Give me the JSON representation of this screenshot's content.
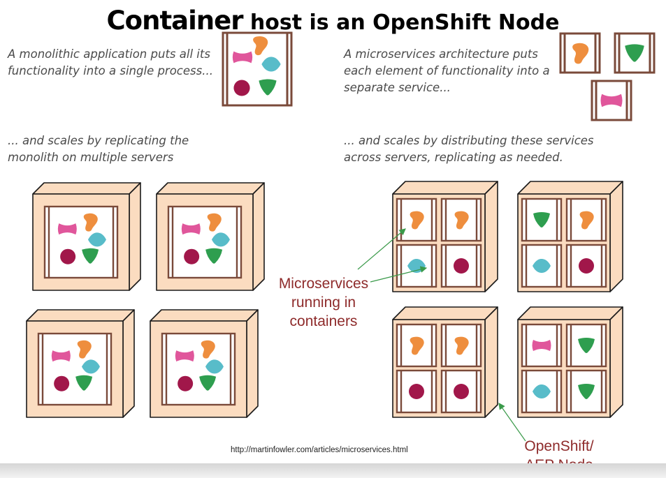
{
  "title": {
    "part1": "Container",
    "part2": " host is an OpenShift Node"
  },
  "left": {
    "desc1": "A monolithic application puts all its\nfunctionality into a single process...",
    "desc2": "... and scales by replicating the\nmonolith on multiple servers"
  },
  "right": {
    "desc1": "A microservices architecture puts\neach element of functionality into a\nseparate service...",
    "desc2": "... and scales by distributing these services\nacross servers, replicating as needed."
  },
  "annotations": {
    "containers": "Microservices\nrunning in\ncontainers",
    "node": "OpenShift/\nAEP Node"
  },
  "source_url": "http://martinfowler.com/articles/microservices.html",
  "colors": {
    "box_fill": "#fbdcc0",
    "box_stroke": "#1a1a1a",
    "frame_stroke": "#7a4a3a",
    "pink": "#e0569b",
    "orange": "#ee8e3e",
    "teal": "#58bcc9",
    "maroon": "#a1174a",
    "green": "#2e9e4f",
    "annotation": "#8e2b2b",
    "arrow": "#3a9a4a"
  },
  "monolith_shapes": [
    "pink-bowtie",
    "orange-blob",
    "teal-diamond",
    "maroon-circle",
    "green-triangle"
  ],
  "server_contents": [
    [
      "orange-blob",
      "orange-blob",
      "teal-diamond",
      "maroon-circle"
    ],
    [
      "green-triangle",
      "orange-blob",
      "teal-diamond",
      "maroon-circle"
    ],
    [
      "orange-blob",
      "orange-blob",
      "maroon-circle",
      "maroon-circle"
    ],
    [
      "pink-bowtie",
      "green-triangle",
      "teal-diamond",
      "green-triangle"
    ]
  ],
  "standalone_services": [
    "orange-blob",
    "green-triangle",
    "pink-bowtie"
  ]
}
